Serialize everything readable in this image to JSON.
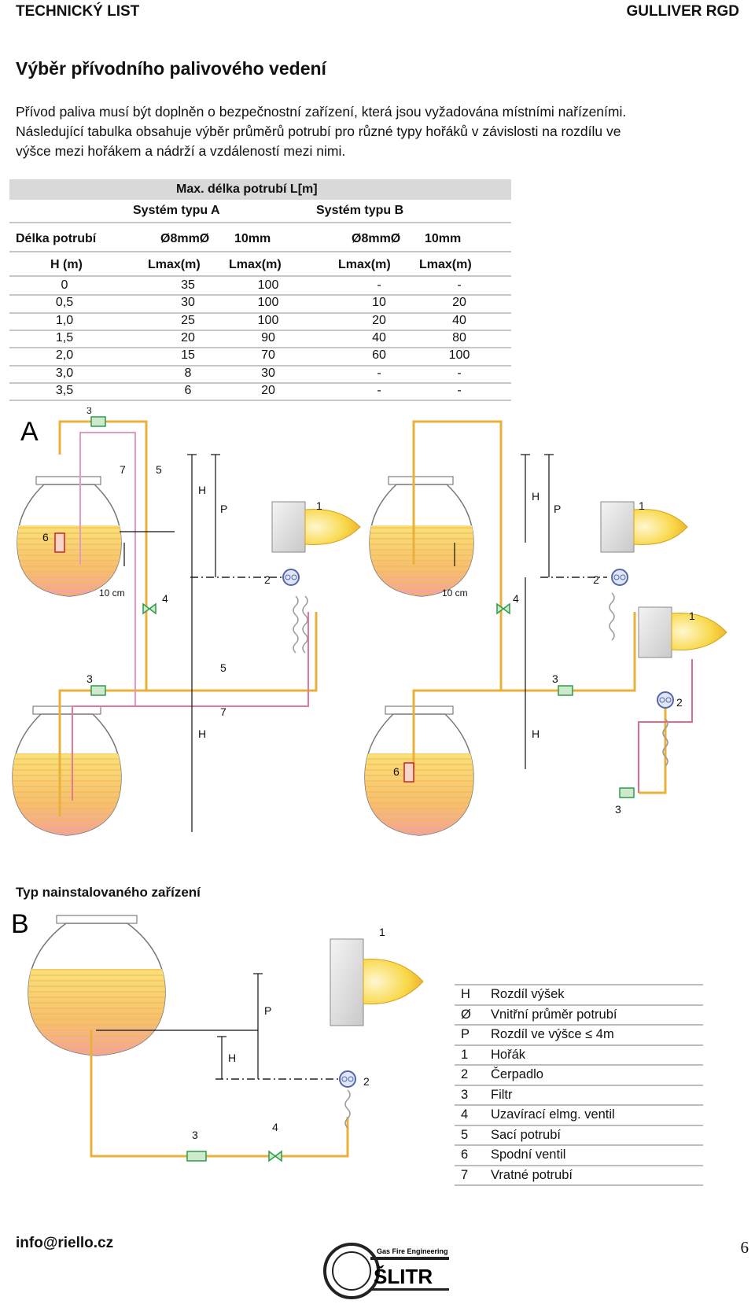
{
  "header": {
    "left": "TECHNICKÝ LIST",
    "right": "GULLIVER RGD"
  },
  "title": "Výběr přívodního palivového vedení",
  "intro": [
    "Přívod paliva musí být doplněn o bezpečnostní zařízení, která jsou vyžadována místními nařízeními.",
    "Následující tabulka obsahuje výběr průměrů potrubí pro různé typy hořáků v závislosti na rozdílu ve",
    "výšce mezi hořákem a nádrží a vzdáleností mezi nimi."
  ],
  "table": {
    "top_header": "Max. délka potrubí  L[m]",
    "system_a": "Systém typu A",
    "system_b": "Systém typu B",
    "row_label": "Délka potrubí",
    "diam_a1": "Ø8mmØ",
    "diam_a2": "10mm",
    "diam_b1": "Ø8mmØ",
    "diam_b2": "10mm",
    "col_h": "H (m)",
    "col_lmax": "Lmax(m)",
    "rows": [
      [
        "0",
        "35",
        "100",
        "-",
        "-"
      ],
      [
        "0,5",
        "30",
        "100",
        "10",
        "20"
      ],
      [
        "1,0",
        "25",
        "100",
        "20",
        "40"
      ],
      [
        "1,5",
        "20",
        "90",
        "40",
        "80"
      ],
      [
        "2,0",
        "15",
        "70",
        "60",
        "100"
      ],
      [
        "3,0",
        "8",
        "30",
        "-",
        "-"
      ],
      [
        "3,5",
        "6",
        "20",
        "-",
        "-"
      ]
    ]
  },
  "diagram_a": {
    "letter": "A",
    "label_h": "H",
    "label_p": "P",
    "label_10cm": "10 cm",
    "n1": "1",
    "n2": "2",
    "n3": "3",
    "n4": "4",
    "n5": "5",
    "n6": "6",
    "n7": "7"
  },
  "subtitle": "Typ nainstalovaného zařízení",
  "diagram_b": {
    "letter": "B",
    "label_h": "H",
    "label_p": "P",
    "n1": "1",
    "n2": "2",
    "n3": "3",
    "n4": "4"
  },
  "legend": [
    {
      "key": "H",
      "value": "Rozdíl výšek"
    },
    {
      "key": "Ø",
      "value": "Vnitřní průměr potrubí"
    },
    {
      "key": "P",
      "value": "Rozdíl ve výšce ≤ 4m"
    },
    {
      "key": "1",
      "value": "Hořák"
    },
    {
      "key": "2",
      "value": "Čerpadlo"
    },
    {
      "key": "3",
      "value": "Filtr"
    },
    {
      "key": "4",
      "value": "Uzavírací elmg. ventil"
    },
    {
      "key": "5",
      "value": "Sací potrubí"
    },
    {
      "key": "6",
      "value": "Spodní ventil"
    },
    {
      "key": "7",
      "value": "Vratné potrubí"
    }
  ],
  "footer": {
    "email": "info@riello.cz",
    "page": "6",
    "logo_name": "ŠLITR",
    "logo_sub": "Gas Fire Engineering"
  },
  "colors": {
    "pipe": "#e9b13b",
    "return_pipe": "#e06c8a",
    "fuel_top": "#f7d96a",
    "fuel_bottom": "#f4a9a0"
  }
}
